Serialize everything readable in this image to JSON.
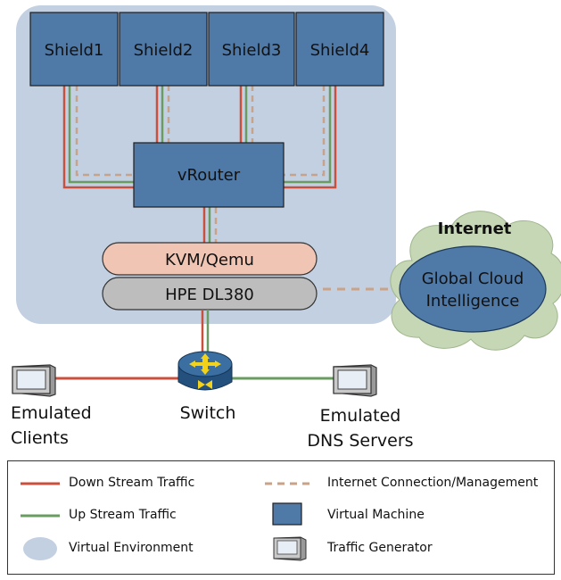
{
  "nodes": {
    "shields": [
      "Shield1",
      "Shield2",
      "Shield3",
      "Shield4"
    ],
    "vrouter": "vRouter",
    "hypervisor": "KVM/Qemu",
    "server": "HPE DL380",
    "internet": "Internet",
    "cloud_service_line1": "Global Cloud",
    "cloud_service_line2": "Intelligence",
    "switch": "Switch",
    "clients_line1": "Emulated",
    "clients_line2": "Clients",
    "dns_line1": "Emulated",
    "dns_line2": "DNS Servers"
  },
  "legend": {
    "down_stream": "Down Stream Traffic",
    "up_stream": "Up Stream Traffic",
    "virtual_env": "Virtual Environment",
    "internet_mgmt": "Internet Connection/Management",
    "virtual_machine": "Virtual Machine",
    "traffic_generator": "Traffic Generator"
  },
  "colors": {
    "virtual_env": "#c2d0e1",
    "vm_fill": "#4f79a7",
    "vm_border": "#1e1e1e",
    "down_stream": "#c8503c",
    "up_stream": "#6a9c62",
    "internet_mgmt": "#c8a38a",
    "kvm_fill": "#f0c5b4",
    "server_fill": "#bdbdbd",
    "cloud_outer": "#c6d7b5",
    "cloud_inner": "#4f79a7"
  }
}
